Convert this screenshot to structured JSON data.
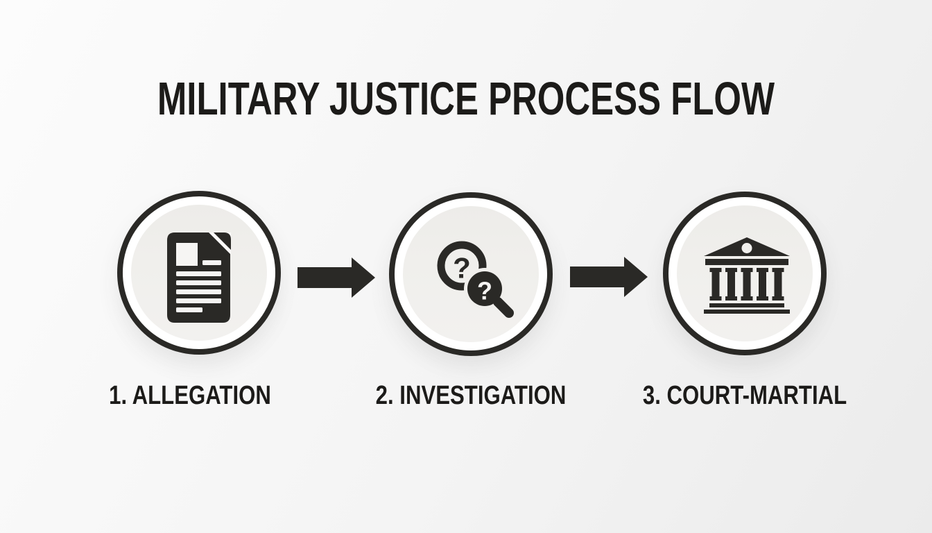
{
  "title": "MILITARY JUSTICE PROCESS FLOW",
  "steps": [
    {
      "label": "1. ALLEGATION",
      "icon": "document-icon"
    },
    {
      "label": "2. INVESTIGATION",
      "icon": "magnifying-glass-questions-icon"
    },
    {
      "label": "3. COURT-MARTIAL",
      "icon": "courthouse-icon"
    }
  ],
  "glyphs": {
    "question_mark": "?"
  },
  "colors": {
    "ink": "#2a2926",
    "circle_ring": "#2a2926",
    "circle_halo": "#ffffff",
    "circle_fill": "#f0efec",
    "icon_detail": "#f6f5f3",
    "background_start": "#fcfcfc",
    "background_end": "#ebebeb",
    "title_color": "#1c1b19"
  }
}
